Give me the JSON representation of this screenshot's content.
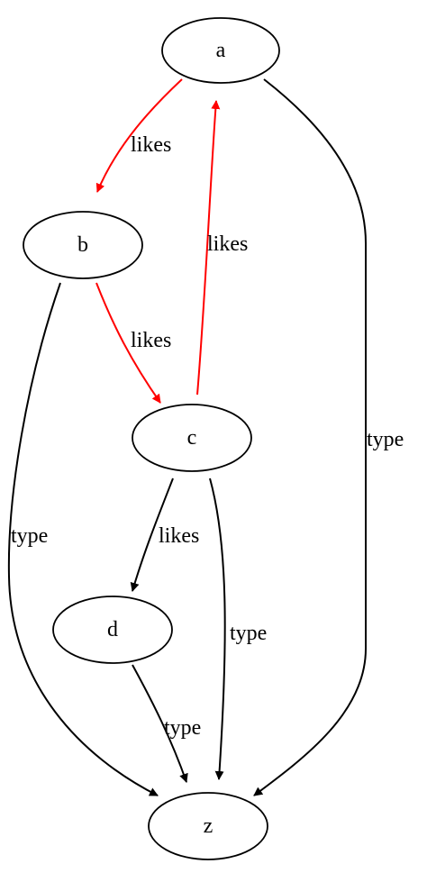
{
  "nodes": [
    {
      "id": "a",
      "label": "a"
    },
    {
      "id": "b",
      "label": "b"
    },
    {
      "id": "c",
      "label": "c"
    },
    {
      "id": "d",
      "label": "d"
    },
    {
      "id": "z",
      "label": "z"
    }
  ],
  "edges": [
    {
      "id": "a-b",
      "from": "a",
      "to": "b",
      "label": "likes",
      "color": "#ff0000"
    },
    {
      "id": "b-c",
      "from": "b",
      "to": "c",
      "label": "likes",
      "color": "#ff0000"
    },
    {
      "id": "c-a",
      "from": "c",
      "to": "a",
      "label": "likes",
      "color": "#ff0000"
    },
    {
      "id": "c-d",
      "from": "c",
      "to": "d",
      "label": "likes",
      "color": "#000000"
    },
    {
      "id": "a-z",
      "from": "a",
      "to": "z",
      "label": "type",
      "color": "#000000"
    },
    {
      "id": "b-z",
      "from": "b",
      "to": "z",
      "label": "type",
      "color": "#000000"
    },
    {
      "id": "c-z",
      "from": "c",
      "to": "z",
      "label": "type",
      "color": "#000000"
    },
    {
      "id": "d-z",
      "from": "d",
      "to": "z",
      "label": "type",
      "color": "#000000"
    }
  ],
  "colors": {
    "highlight_edge": "#ff0000",
    "default_edge": "#000000",
    "node_stroke": "#000000",
    "background": "#ffffff"
  }
}
